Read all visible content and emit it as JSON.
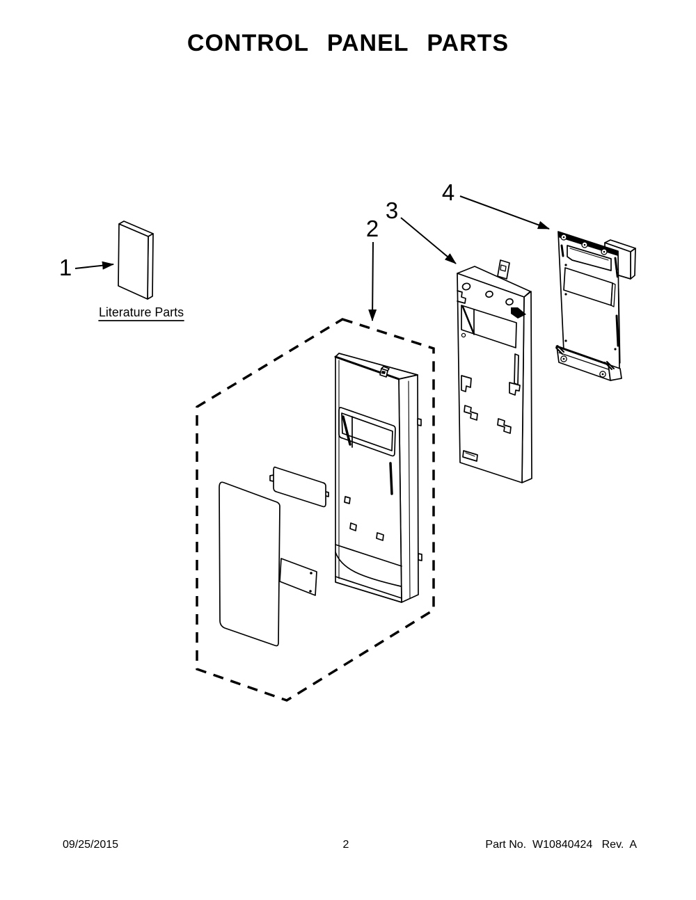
{
  "page": {
    "title": "CONTROL PANEL PARTS",
    "footer": {
      "date": "09/25/2015",
      "page_number": "2",
      "part_info": "Part No.  W10840424   Rev.  A"
    }
  },
  "diagram": {
    "literature_label": "Literature Parts",
    "callouts": [
      {
        "number": "1"
      },
      {
        "number": "2"
      },
      {
        "number": "3"
      },
      {
        "number": "4"
      }
    ]
  },
  "colors": {
    "ink": "#000000",
    "paper": "#ffffff"
  }
}
